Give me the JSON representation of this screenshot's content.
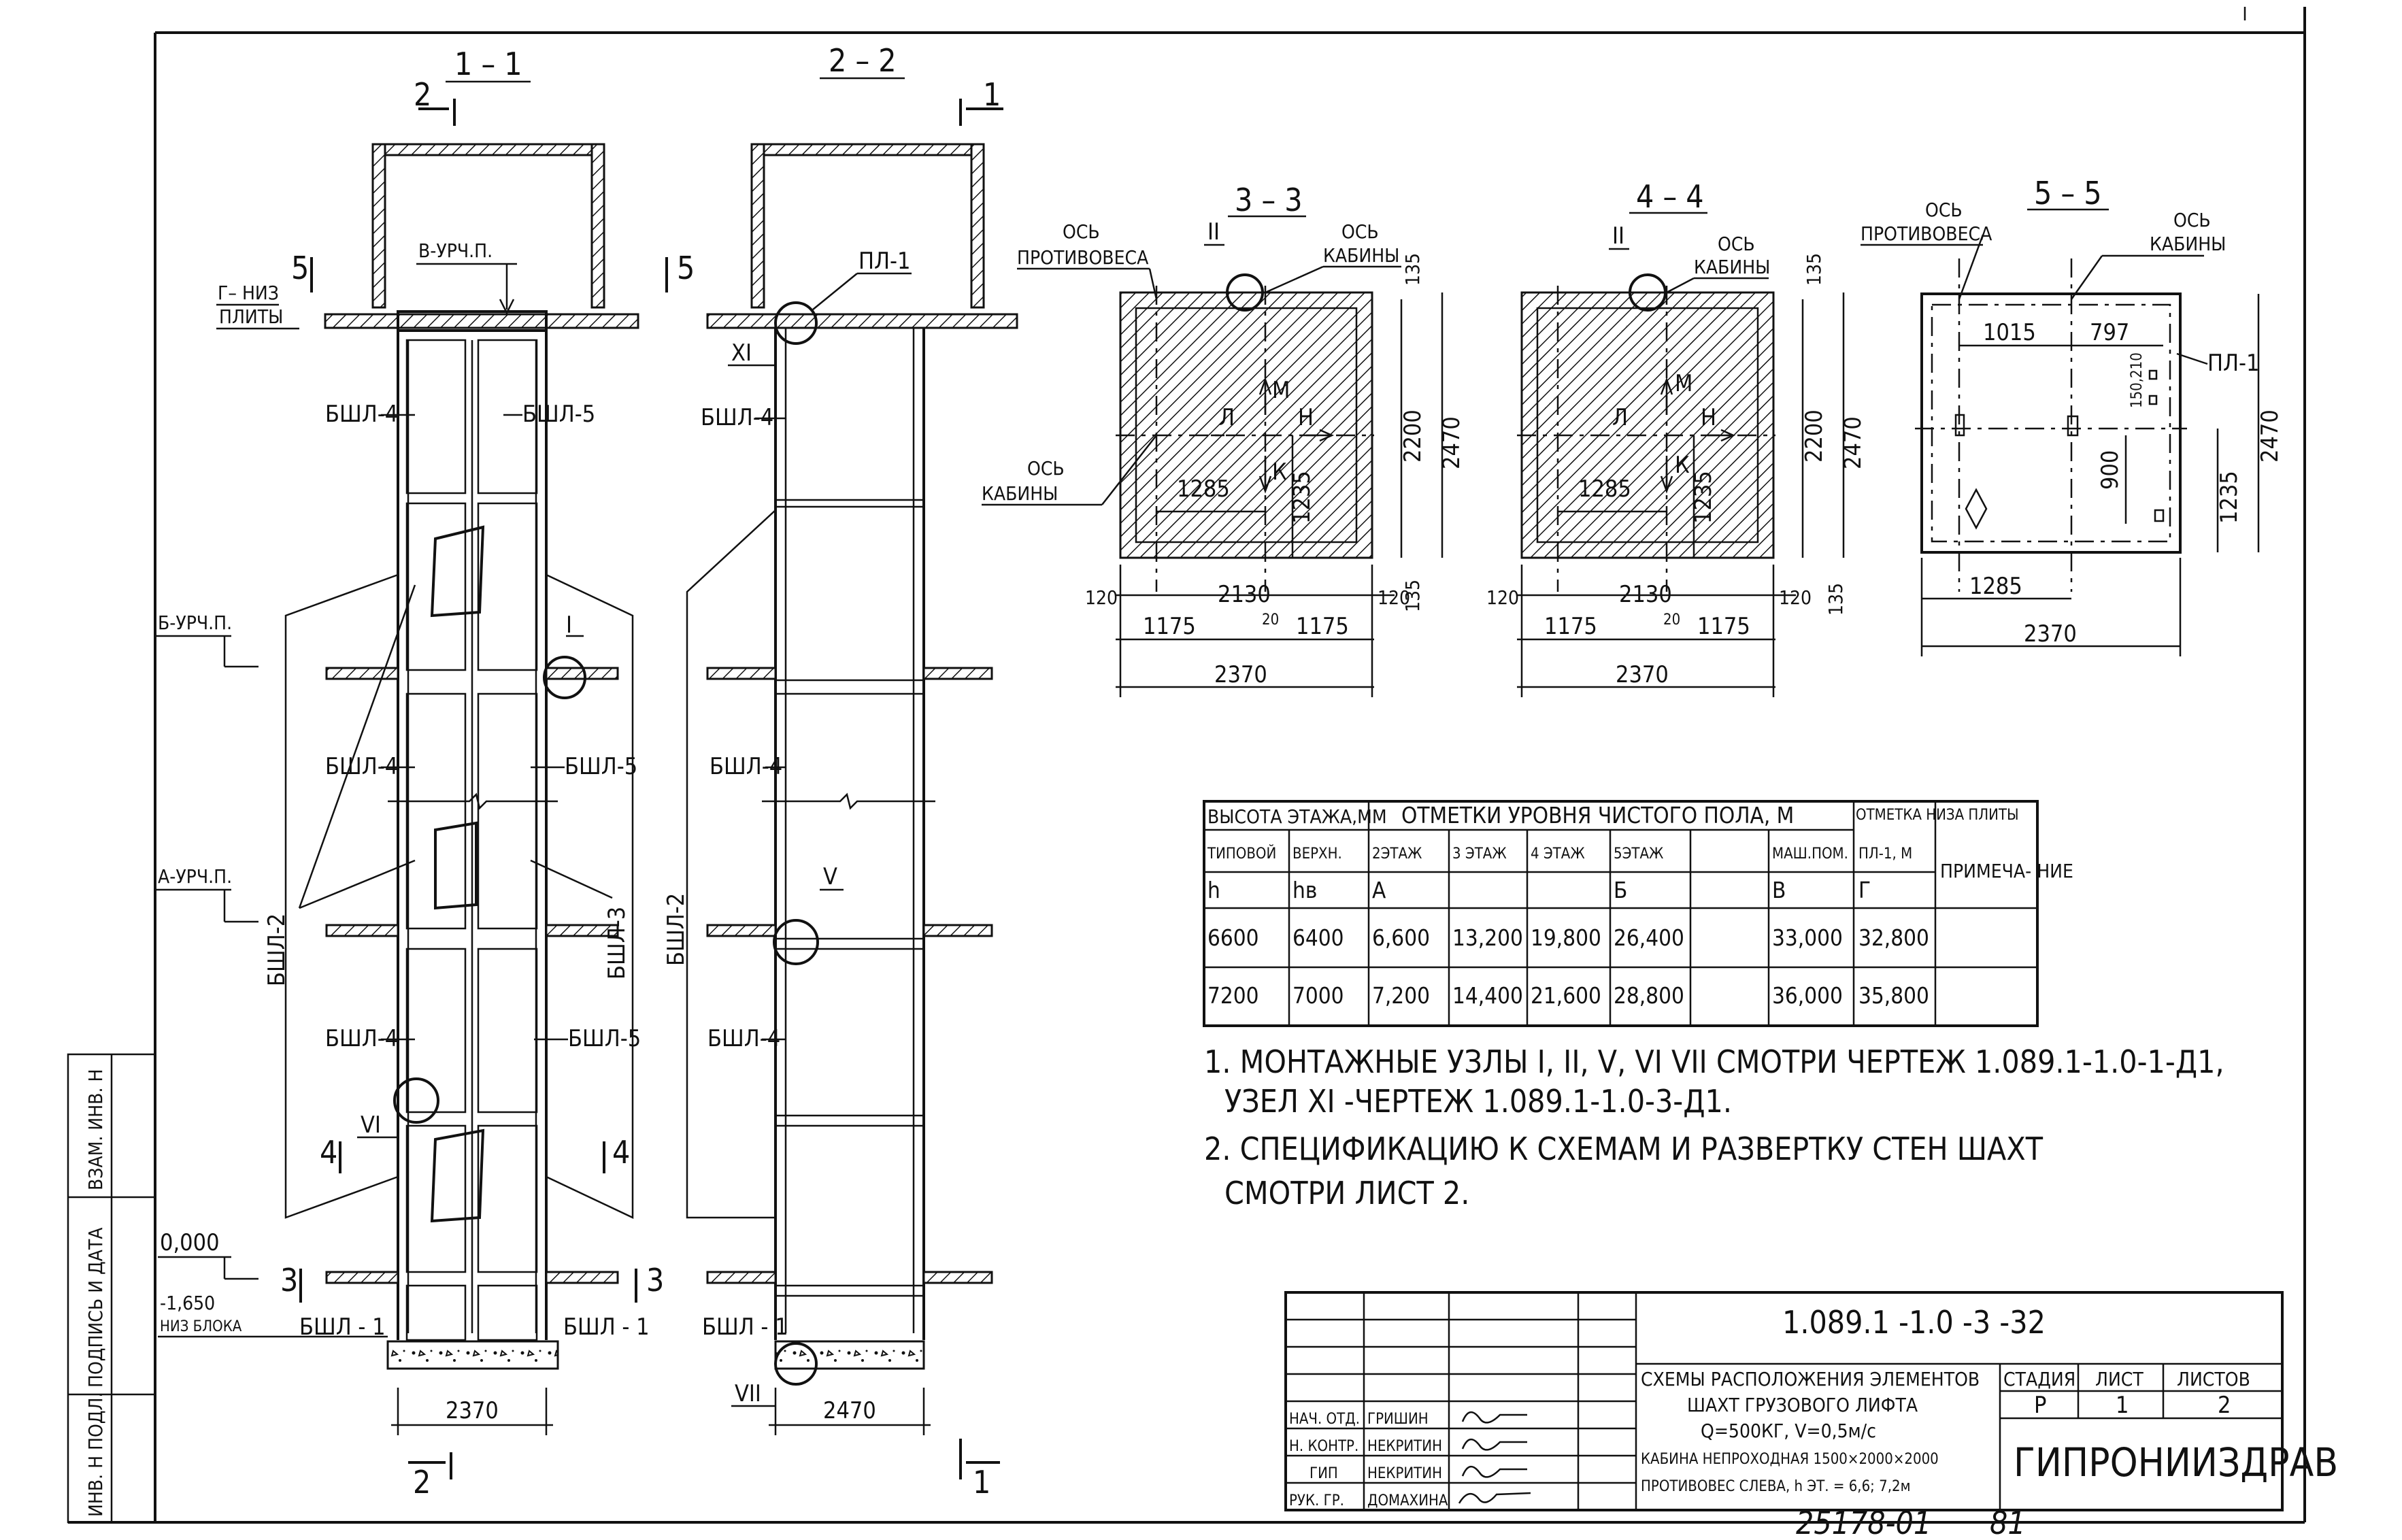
{
  "sections": {
    "s11": "1 – 1",
    "s22": "2 – 2",
    "s33": "3 – 3",
    "s44": "4 – 4",
    "s55": "5 – 5"
  },
  "cut_marks": {
    "c1": "1",
    "c2": "2",
    "c3": "3",
    "c4": "4",
    "c5": "5"
  },
  "levels": {
    "g_niz": "Г– НИЗ",
    "g_plity": "ПЛИТЫ",
    "v_urchp": "В-УРЧ.П.",
    "b_urchp": "Б-УРЧ.П.",
    "a_urchp": "А-УРЧ.П.",
    "zero": "0,000",
    "m1650": "-1,650",
    "niz_bloka": "НИЗ БЛОКА"
  },
  "elements": {
    "bsha1": "БШЛ - 1",
    "bsha2": "БШЛ-2",
    "bsha3": "БШЛ-3",
    "bsha4": "БШЛ-4",
    "bsha5": "БШЛ-5",
    "pl1": "ПЛ-1"
  },
  "nodes": {
    "n1": "I",
    "n2": "II",
    "n5": "V",
    "n6": "VI",
    "n7": "VII",
    "n11": "XI"
  },
  "plan_labels": {
    "os": "ОСЬ",
    "protivovesa": "ПРОТИВОВЕСА",
    "kabiny": "КАБИНЫ",
    "M": "М",
    "K": "К",
    "L": "Л",
    "N": "Н"
  },
  "dims": {
    "d2370": "2370",
    "d2470": "2470",
    "d2130": "2130",
    "d2200": "2200",
    "d1285": "1285",
    "d1235": "1235",
    "d1175": "1175",
    "d120": "120",
    "d135": "135",
    "d20": "20",
    "d1015": "1015",
    "d797": "797",
    "d900": "900",
    "d150210": "150,210"
  },
  "table": {
    "h_vysota": "ВЫСОТА ЭТАЖА,ММ",
    "h_otmetki": "ОТМЕТКИ УРОВНЯ ЧИСТОГО ПОЛА, М",
    "h_otmetka_niza": "ОТМЕТКА НИЗА ПЛИТЫ",
    "h_primech": "ПРИМЕЧА- НИЕ",
    "sub": [
      "ТИПОВОЙ",
      "ВЕРХН.",
      "2ЭТАЖ",
      "3 ЭТАЖ",
      "4 ЭТАЖ",
      "5ЭТАЖ",
      "",
      "МАШ.ПОМ.",
      "ПЛ-1, М"
    ],
    "sym": [
      "h",
      "hв",
      "А",
      "",
      "",
      "Б",
      "",
      "В",
      "Г"
    ],
    "rows": [
      [
        "6600",
        "6400",
        "6,600",
        "13,200",
        "19,800",
        "26,400",
        "",
        "33,000",
        "32,800"
      ],
      [
        "7200",
        "7000",
        "7,200",
        "14,400",
        "21,600",
        "28,800",
        "",
        "36,000",
        "35,800"
      ]
    ]
  },
  "notes": [
    "1. МОНТАЖНЫЕ УЗЛЫ I, II, V, VI  VII  СМОТРИ ЧЕРТЕЖ 1.089.1-1.0-1-Д1,",
    "УЗЕЛ XI -ЧЕРТЕЖ  1.089.1-1.0-3-Д1.",
    "2. СПЕЦИФИКАЦИЮ К СХЕМАМ И РАЗВЕРТКУ СТЕН ШАХТ",
    "СМОТРИ ЛИСТ 2."
  ],
  "title_block": {
    "code": "1.089.1 -1.0 -3 -32",
    "title1": "СХЕМЫ РАСПОЛОЖЕНИЯ ЭЛЕМЕНТОВ",
    "title2": "ШАХТ ГРУЗОВОГО ЛИФТА",
    "title3": "Q=500КГ, V=0,5м/с",
    "title4": "КАБИНА НЕПРОХОДНАЯ 1500×2000×2000",
    "title5": "ПРОТИВОВЕС СЛЕВА, h ЭТ. = 6,6; 7,2м",
    "stadia_h": "СТАДИЯ",
    "list_h": "ЛИСТ",
    "listov_h": "ЛИСТОВ",
    "stadia": "Р",
    "list": "1",
    "listov": "2",
    "org": "ГИПРОНИИЗДРАВ",
    "roles": [
      "НАЧ. ОТД.",
      "Н. КОНТР.",
      "ГИП",
      "РУК. ГР."
    ],
    "names": [
      "ГРИШИН",
      "НЕКРИТИН",
      "НЕКРИТИН",
      "ДОМАХИНА"
    ]
  },
  "side_stamp": {
    "inv": "ИНВ. Н ПОДЛ.",
    "sign": "ПОДПИСЬ И ДАТА",
    "vzam": "ВЗАМ. ИНВ. Н"
  },
  "bottom": {
    "num": "25178-01",
    "page": "81"
  }
}
